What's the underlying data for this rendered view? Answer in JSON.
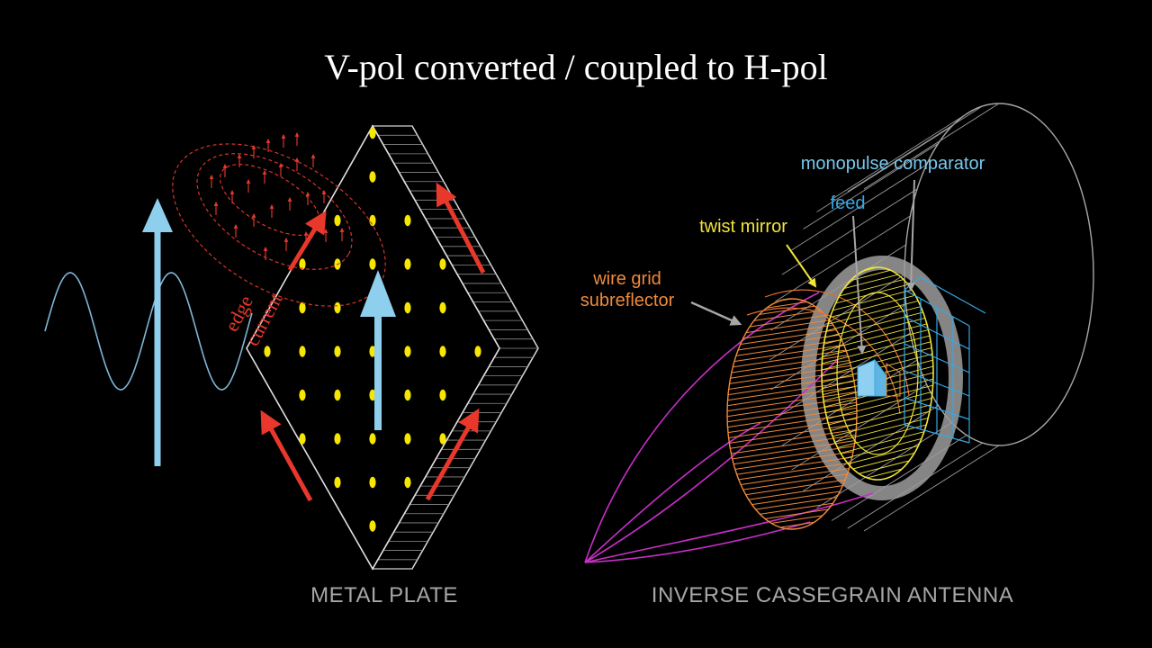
{
  "title": "V-pol converted / coupled to H-pol",
  "left_panel": {
    "caption": "METAL PLATE",
    "edge_label_line1": "edge",
    "edge_label_line2": "current"
  },
  "right_panel": {
    "caption": "INVERSE CASSEGRAIN ANTENNA",
    "labels": {
      "monopulse": "monopulse comparator",
      "feed": "feed",
      "twist": "twist mirror",
      "wire_grid_line1": "wire grid",
      "wire_grid_line2": "subreflector"
    }
  },
  "colors": {
    "background": "#000000",
    "arrow_blue": "#8ecfee",
    "wave_blue": "#7fb6d6",
    "arrow_red": "#e8382b",
    "dot_yellow": "#f6e600",
    "monopulse": "#79c9ee",
    "feed": "#36a7e6",
    "twist": "#f1e43a",
    "wire_grid": "#f08a3a",
    "magenta": "#c82fc8",
    "gray": "#a6a6a6"
  }
}
